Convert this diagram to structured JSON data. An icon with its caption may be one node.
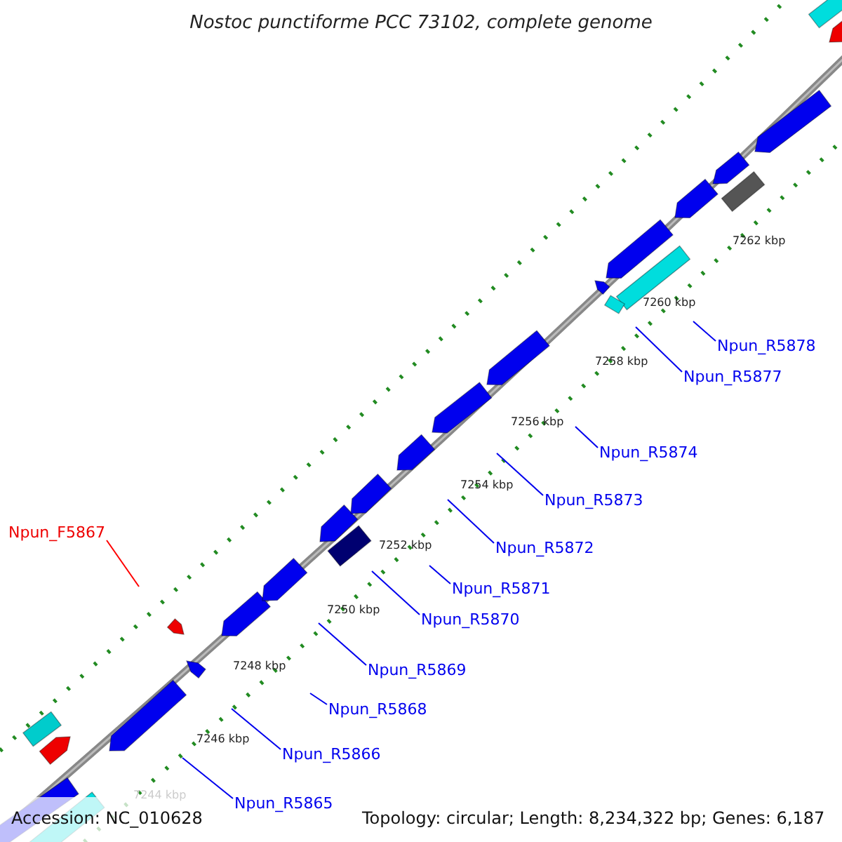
{
  "diagram": {
    "title": "Nostoc punctiforme PCC 73102, complete genome",
    "nodes": [
      {
        "text": [
          "Npun_R5878"
        ]
      },
      {
        "text": [
          "Npun_R5877"
        ]
      },
      {
        "text": [
          "Npun_R5874"
        ]
      },
      {
        "text": [
          "Npun_R5873"
        ]
      },
      {
        "text": [
          "Npun_F5867"
        ]
      },
      {
        "text": [
          "Npun_R5872"
        ]
      },
      {
        "text": [
          "Npun_R5871"
        ]
      },
      {
        "text": [
          "Npun_R5870"
        ]
      },
      {
        "text": [
          "Npun_R5869"
        ]
      },
      {
        "text": [
          "Npun_R5868"
        ]
      },
      {
        "text": [
          "Npun_R5866"
        ]
      },
      {
        "text": [
          "Npun_R5865"
        ]
      }
    ],
    "edges": [
      {
        "from": 0,
        "to": null,
        "arrow": "none"
      },
      {
        "from": 1,
        "to": null,
        "arrow": "none"
      },
      {
        "from": 2,
        "to": null,
        "arrow": "none"
      },
      {
        "from": 3,
        "to": null,
        "arrow": "none"
      },
      {
        "from": 4,
        "to": null,
        "arrow": "none",
        "color": "#ff0000"
      },
      {
        "from": 5,
        "to": null,
        "arrow": "none"
      },
      {
        "from": 6,
        "to": null,
        "arrow": "none"
      },
      {
        "from": 7,
        "to": null,
        "arrow": "none"
      },
      {
        "from": 8,
        "to": null,
        "arrow": "none"
      },
      {
        "from": 9,
        "to": null,
        "arrow": "none"
      },
      {
        "from": 10,
        "to": null,
        "arrow": "none"
      },
      {
        "from": 11,
        "to": null,
        "arrow": "none"
      }
    ],
    "labels": [
      "7262 kbp",
      "7260 kbp",
      "7258 kbp",
      "7256 kbp",
      "7254 kbp",
      "7252 kbp",
      "7250 kbp",
      "7248 kbp",
      "7246 kbp",
      "7244 kbp",
      "Accession: NC_010628",
      "Topology: circular; Length: 8,234,322 bp; Genes: 6,187"
    ]
  }
}
